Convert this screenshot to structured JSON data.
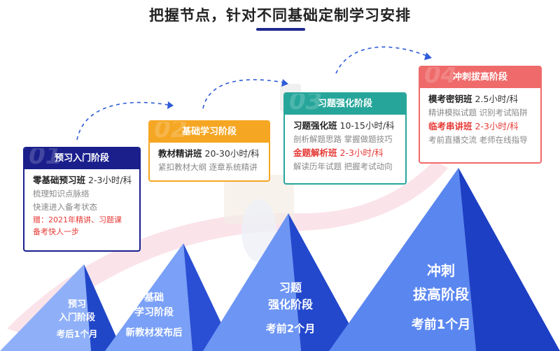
{
  "title": "把握节点，针对不同基础定制学习安排",
  "colors": {
    "navy": "#1a1f8c",
    "orange": "#f5a623",
    "teal": "#26a69a",
    "coral": "#ef6a6a",
    "blue": "#2f5bd8",
    "lightblue": "#6f96f5"
  },
  "cards": {
    "c1": {
      "header": "预习入门阶段",
      "ghost": "01",
      "course": "零基础预习班",
      "duration": "2-3小时/科",
      "lines": [
        "梳理知识点脉络",
        "快速进入备考状态"
      ],
      "gift": "赠：2021年精讲、习题课",
      "gift2": "备考快人一步"
    },
    "c2": {
      "header": "基础学习阶段",
      "ghost": "02",
      "course": "教材精讲班",
      "duration": "20-30小时/科",
      "line": "紧扣教材大纲 逐章系统精讲"
    },
    "c3": {
      "header": "习题强化阶段",
      "ghost": "03",
      "course": "习题强化班",
      "duration": "10-15小时/科",
      "line": "剖析解题思路 掌握做题技巧",
      "course2": "金题解析班",
      "duration2": "2-3小时/科",
      "line2": "解读历年试题 把握考试动向"
    },
    "c4": {
      "header": "冲刺拔高阶段",
      "ghost": "04",
      "course": "模考密钥班",
      "duration": "2.5小时/科",
      "line": "精讲模拟试题 识别考试陷阱",
      "course2": "临考串讲班",
      "duration2": "2-3小时/科",
      "line2": "考前直播交流 老师在线指导"
    }
  },
  "pyramids": {
    "p1": {
      "name1": "预习",
      "name2": "入门阶段",
      "time": "考后1个月"
    },
    "p2": {
      "name1": "基础",
      "name2": "学习阶段",
      "time": "新教材发布后"
    },
    "p3": {
      "name1": "习题",
      "name2": "强化阶段",
      "time": "考前2个月"
    },
    "p4": {
      "name1": "冲刺",
      "name2": "拔高阶段",
      "time": "考前1个月"
    }
  }
}
